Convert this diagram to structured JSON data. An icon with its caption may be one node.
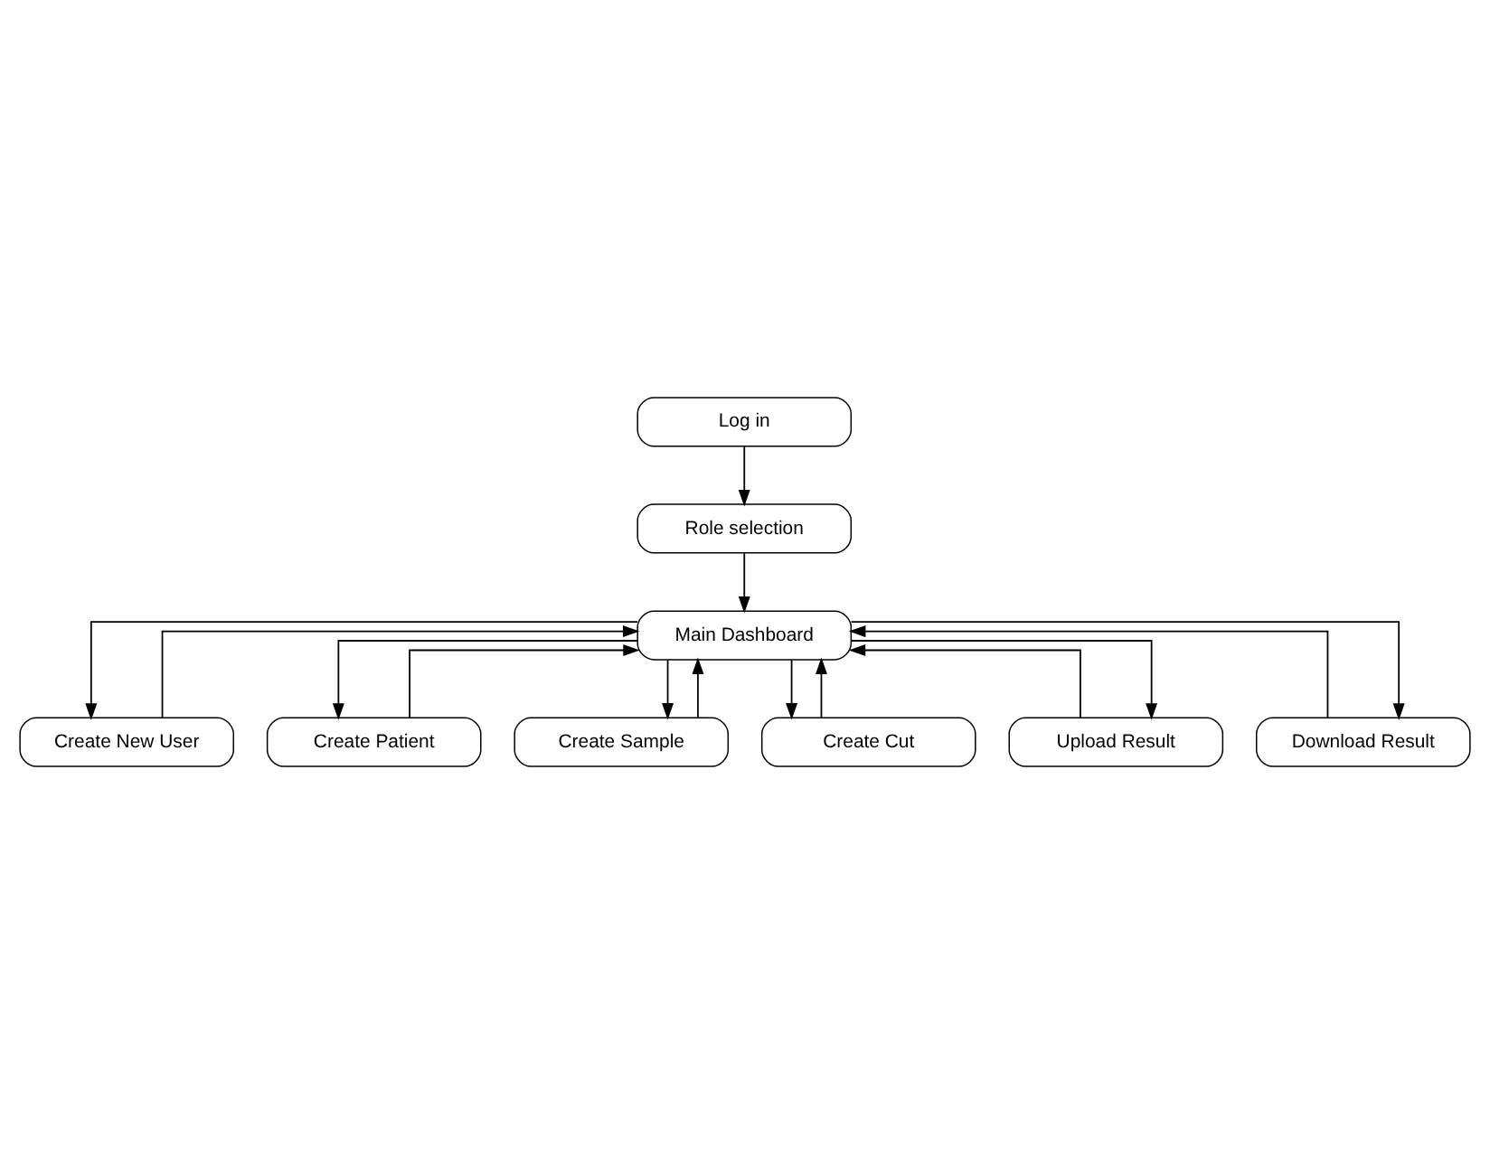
{
  "diagram": {
    "nodes": [
      {
        "text": [
          "Log in"
        ]
      },
      {
        "text": [
          "Role selection"
        ]
      },
      {
        "text": [
          "Main Dashboard"
        ]
      },
      {
        "text": [
          "Create New User"
        ]
      },
      {
        "text": [
          "Create Patient"
        ]
      },
      {
        "text": [
          "Create Sample"
        ]
      },
      {
        "text": [
          "Create Cut"
        ]
      },
      {
        "text": [
          "Upload Result"
        ]
      },
      {
        "text": [
          "Download Result"
        ]
      }
    ],
    "edges": [
      {
        "from": 0,
        "to": 1,
        "arrow": "to"
      },
      {
        "from": 1,
        "to": 2,
        "arrow": "to"
      },
      {
        "from": 2,
        "to": 3,
        "arrow": "to"
      },
      {
        "from": 3,
        "to": 2,
        "arrow": "to"
      },
      {
        "from": 2,
        "to": 4,
        "arrow": "to"
      },
      {
        "from": 2,
        "to": 5,
        "arrow": "to"
      },
      {
        "from": 2,
        "to": 6,
        "arrow": "to"
      },
      {
        "from": 2,
        "to": 7,
        "arrow": "to"
      },
      {
        "from": 2,
        "to": 8,
        "arrow": "to"
      },
      {
        "from": 4,
        "to": 2,
        "arrow": "to"
      },
      {
        "from": 5,
        "to": 2,
        "arrow": "to"
      },
      {
        "from": 6,
        "to": 2,
        "arrow": "to"
      },
      {
        "from": 7,
        "to": 2,
        "arrow": "to"
      },
      {
        "from": 8,
        "to": 2,
        "arrow": "to"
      }
    ]
  }
}
